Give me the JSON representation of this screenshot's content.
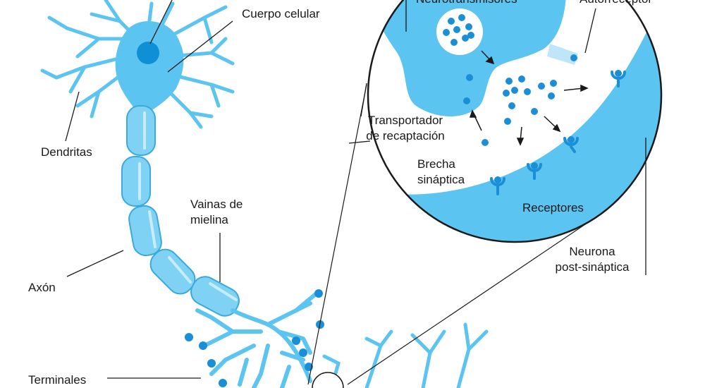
{
  "labels": {
    "cell_body": "Cuerpo celular",
    "dendrites": "Dendritas",
    "myelin_line1": "Vainas de",
    "myelin_line2": "mielina",
    "axon": "Axón",
    "terminals": "Terminales",
    "neurotransmitters": "Neurotransmisores",
    "autoreceptor": "Autorreceptor",
    "reuptake_line1": "Transportador",
    "reuptake_line2": "de recaptación",
    "cleft_line1": "Brecha",
    "cleft_line2": "sináptica",
    "receptors": "Receptores",
    "postsynaptic_line1": "Neurona",
    "postsynaptic_line2": "post-sináptica"
  },
  "colors": {
    "neuron_fill": "#5cc4f0",
    "neuron_stroke": "#3aa9dc",
    "myelin_fill": "#7fd2f4",
    "nucleus": "#0f8fd6",
    "molecule": "#1a8fd8",
    "ink": "#1a1a1a"
  }
}
